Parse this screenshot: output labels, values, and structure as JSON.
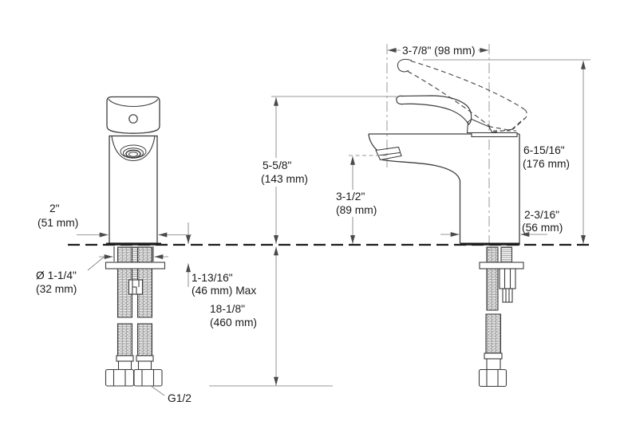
{
  "drawing": {
    "type": "technical-dimension-diagram",
    "subject": "single-handle bathroom sink faucet, front and side elevation with roughing-in dimensions",
    "labels": {
      "base_width_in": "2\"",
      "base_width_mm": "(51 mm)",
      "hole_dia_in": "Ø 1-1/4\"",
      "hole_dia_mm": "(32 mm)",
      "deck_thickness_in": "1-13/16\"",
      "deck_thickness_mm": "(46 mm) Max",
      "supply_length_in": "18-1/8\"",
      "supply_length_mm": "(460 mm)",
      "spout_tip_height_in": "5-5/8\"",
      "spout_tip_height_mm": "(143 mm)",
      "outlet_height_in": "3-1/2\"",
      "outlet_height_mm": "(89 mm)",
      "spout_reach": "3-7/8\" (98 mm)",
      "overall_height_in": "6-15/16\"",
      "overall_height_mm": "(176 mm)",
      "base_depth_in": "2-3/16\"",
      "base_depth_mm": "(56 mm)",
      "connection_thread": "G1/2"
    },
    "colors": {
      "part_line": "#3d3d3d",
      "dim_line": "#9a9a9a",
      "heavy_line": "#1c1c1c",
      "arrow": "#4a4a4a",
      "text": "#1a1a1a",
      "background": "#ffffff"
    }
  }
}
